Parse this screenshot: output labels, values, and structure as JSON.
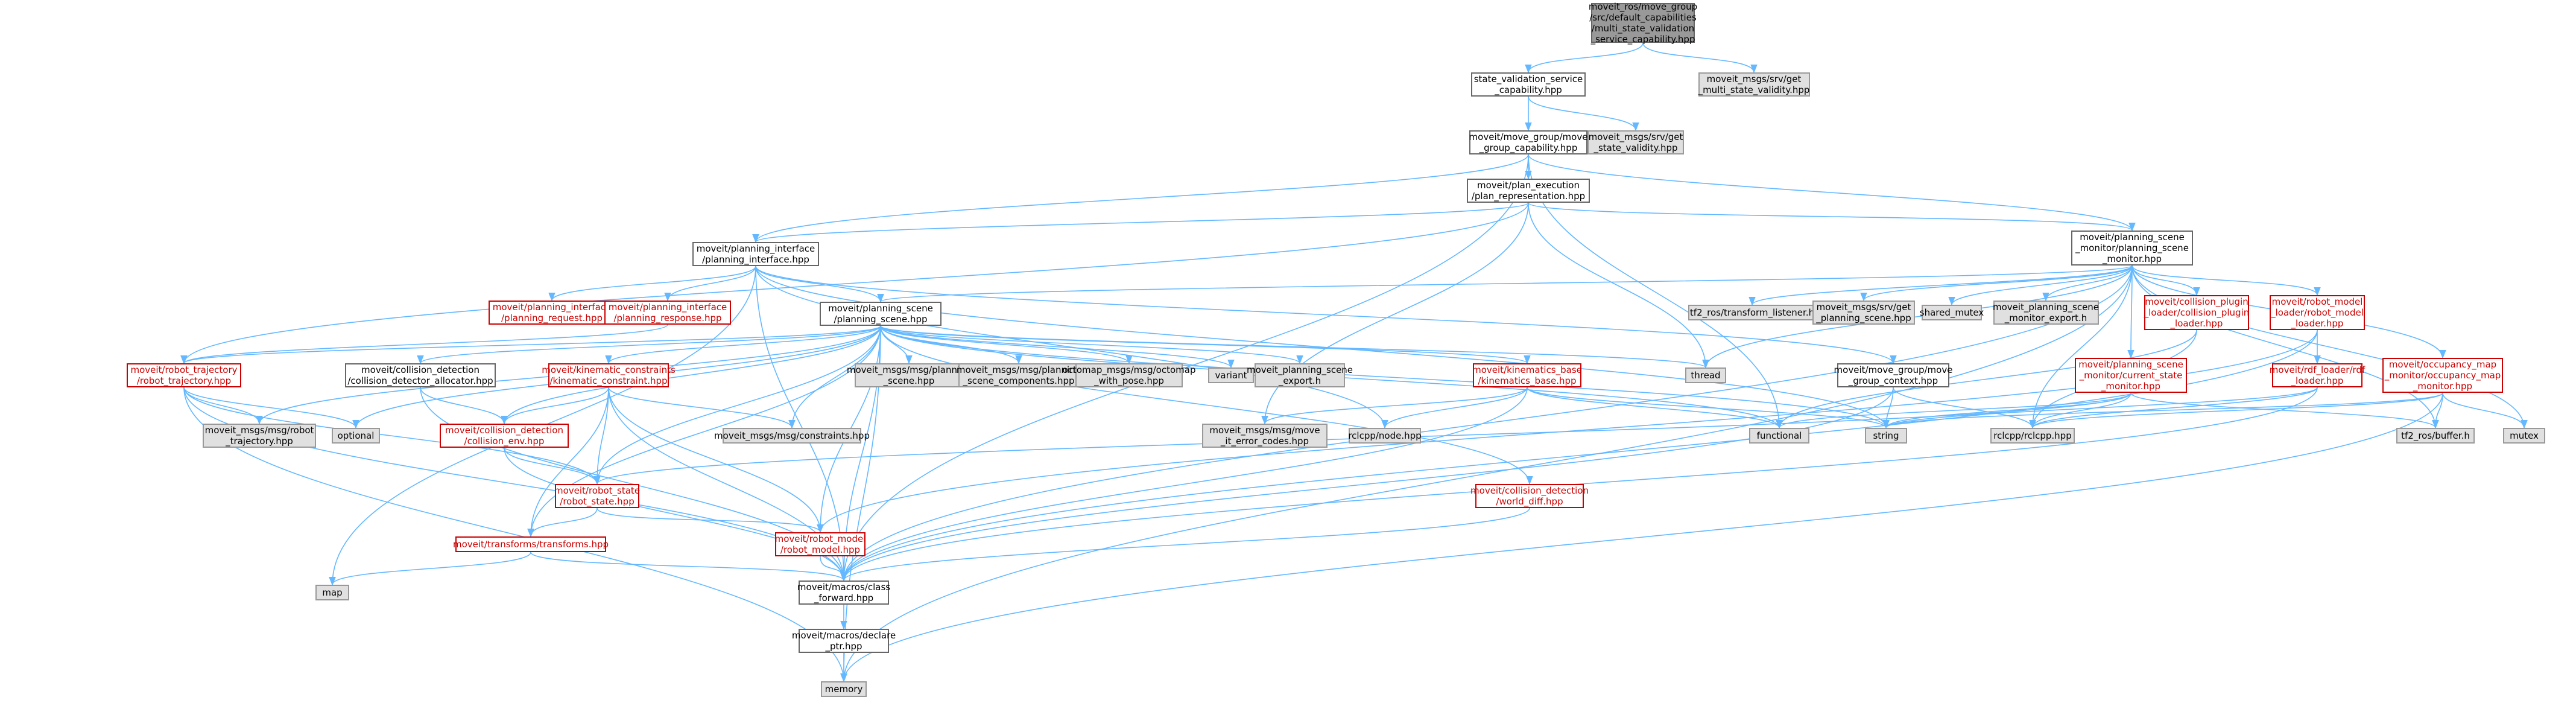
{
  "diagram_type": "doxygen include dependency graph",
  "colors": {
    "edge": "#63b8ff",
    "root_fill": "#999999",
    "plain_border": "#666666",
    "missing_fill": "#e0e0e0",
    "missing_border": "#999999",
    "link_red": "#cc0000"
  },
  "nodes": {
    "root": {
      "lines": [
        "moveit_ros/move_group",
        "/src/default_capabilities",
        "/multi_state_validation",
        "_service_capability.hpp"
      ]
    },
    "svc": {
      "lines": [
        "state_validation_service",
        "_capability.hpp"
      ]
    },
    "get_multi": {
      "lines": [
        "moveit_msgs/srv/get",
        "_multi_state_validity.hpp"
      ]
    },
    "mgcap": {
      "lines": [
        "moveit/move_group/move",
        "_group_capability.hpp"
      ]
    },
    "get_state": {
      "lines": [
        "moveit_msgs/srv/get",
        "_state_validity.hpp"
      ]
    },
    "planexec": {
      "lines": [
        "moveit/plan_execution",
        "/plan_representation.hpp"
      ]
    },
    "psm": {
      "lines": [
        "moveit/planning_scene",
        "_monitor/planning_scene",
        "_monitor.hpp"
      ]
    },
    "pi": {
      "lines": [
        "moveit/planning_interface",
        "/planning_interface.hpp"
      ]
    },
    "pireq": {
      "lines": [
        "moveit/planning_interface",
        "/planning_request.hpp"
      ]
    },
    "piresp": {
      "lines": [
        "moveit/planning_interface",
        "/planning_response.hpp"
      ]
    },
    "ps": {
      "lines": [
        "moveit/planning_scene",
        "/planning_scene.hpp"
      ]
    },
    "tf2listener": {
      "lines": [
        "tf2_ros/transform_listener.h"
      ]
    },
    "get_ps": {
      "lines": [
        "moveit_msgs/srv/get",
        "_planning_scene.hpp"
      ]
    },
    "shmutex": {
      "lines": [
        "shared_mutex"
      ]
    },
    "psexport2": {
      "lines": [
        "moveit_planning_scene",
        "_monitor_export.h"
      ]
    },
    "cpl": {
      "lines": [
        "moveit/collision_plugin",
        "_loader/collision_plugin",
        "_loader.hpp"
      ]
    },
    "rml": {
      "lines": [
        "moveit/robot_model",
        "_loader/robot_model",
        "_loader.hpp"
      ]
    },
    "rtraj": {
      "lines": [
        "moveit/robot_trajectory",
        "/robot_trajectory.hpp"
      ]
    },
    "cdalloc": {
      "lines": [
        "moveit/collision_detection",
        "/collision_detector_allocator.hpp"
      ]
    },
    "kc": {
      "lines": [
        "moveit/kinematic_constraints",
        "/kinematic_constraint.hpp"
      ]
    },
    "msg_psc": {
      "lines": [
        "moveit_msgs/msg/planning",
        "_scene.hpp"
      ]
    },
    "msg_pscomp": {
      "lines": [
        "moveit_msgs/msg/planning",
        "_scene_components.hpp"
      ]
    },
    "octomap": {
      "lines": [
        "octomap_msgs/msg/octomap",
        "_with_pose.hpp"
      ]
    },
    "variant": {
      "lines": [
        "variant"
      ]
    },
    "psexport": {
      "lines": [
        "moveit_planning_scene",
        "_export.h"
      ]
    },
    "kb": {
      "lines": [
        "moveit/kinematics_base",
        "/kinematics_base.hpp"
      ]
    },
    "thread": {
      "lines": [
        "thread"
      ]
    },
    "mgctx": {
      "lines": [
        "moveit/move_group/move",
        "_group_context.hpp"
      ]
    },
    "cursm": {
      "lines": [
        "moveit/planning_scene",
        "_monitor/current_state",
        "_monitor.hpp"
      ]
    },
    "rdfl": {
      "lines": [
        "moveit/rdf_loader/rdf",
        "_loader.hpp"
      ]
    },
    "occ": {
      "lines": [
        "moveit/occupancy_map",
        "_monitor/occupancy_map",
        "_monitor.hpp"
      ]
    },
    "msg_rtraj": {
      "lines": [
        "moveit_msgs/msg/robot",
        "_trajectory.hpp"
      ]
    },
    "optional": {
      "lines": [
        "optional"
      ]
    },
    "cenv": {
      "lines": [
        "moveit/collision_detection",
        "/collision_env.hpp"
      ]
    },
    "msg_constr": {
      "lines": [
        "moveit_msgs/msg/constraints.hpp"
      ]
    },
    "msg_errcodes": {
      "lines": [
        "moveit_msgs/msg/move",
        "_it_error_codes.hpp"
      ]
    },
    "rclnode": {
      "lines": [
        "rclcpp/node.hpp"
      ]
    },
    "functional": {
      "lines": [
        "functional"
      ]
    },
    "string": {
      "lines": [
        "string"
      ]
    },
    "rclcpp": {
      "lines": [
        "rclcpp/rclcpp.hpp"
      ]
    },
    "tf2buffer": {
      "lines": [
        "tf2_ros/buffer.h"
      ]
    },
    "mutex": {
      "lines": [
        "mutex"
      ]
    },
    "rstate": {
      "lines": [
        "moveit/robot_state",
        "/robot_state.hpp"
      ]
    },
    "worlddiff": {
      "lines": [
        "moveit/collision_detection",
        "/world_diff.hpp"
      ]
    },
    "transforms": {
      "lines": [
        "moveit/transforms/transforms.hpp"
      ]
    },
    "rmodel": {
      "lines": [
        "moveit/robot_model",
        "/robot_model.hpp"
      ]
    },
    "map": {
      "lines": [
        "map"
      ]
    },
    "classfwd": {
      "lines": [
        "moveit/macros/class",
        "_forward.hpp"
      ]
    },
    "declptr": {
      "lines": [
        "moveit/macros/declare",
        "_ptr.hpp"
      ]
    },
    "memory": {
      "lines": [
        "memory"
      ]
    }
  }
}
